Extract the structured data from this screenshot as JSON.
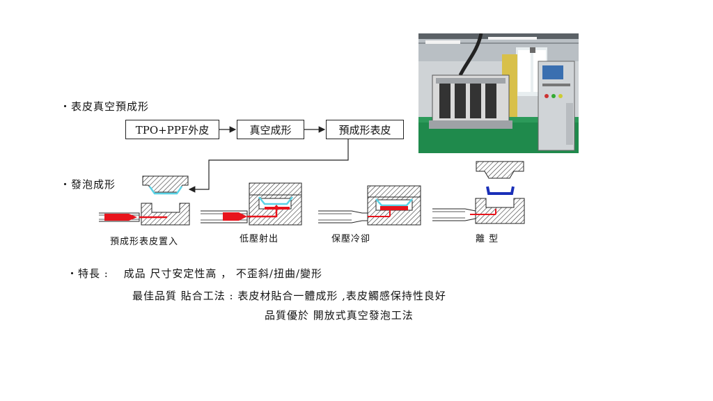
{
  "section1": {
    "bullet": "・表皮真空預成形"
  },
  "flow": {
    "box1": "TPO+PPF外皮",
    "box2": "真空成形",
    "box3": "預成形表皮"
  },
  "section2": {
    "bullet": "・發泡成形"
  },
  "steps": [
    {
      "label": "預成形表皮置入"
    },
    {
      "label": "低壓射出"
    },
    {
      "label": "保壓冷卻"
    },
    {
      "label": "離 型"
    }
  ],
  "features": {
    "line1": "・特長 :　 成品 尺寸安定性高 ， 不歪斜/扭曲/變形",
    "line2": "最佳品質 貼合工法 : 表皮材貼合一體成形 ,表皮觸感保持性良好",
    "line3": "品質優於 開放式真空發泡工法"
  },
  "colors": {
    "skin": "#5ad3e6",
    "injection": "#e8141c",
    "mold_hatch": "#333333",
    "release_part": "#1a2fb8"
  }
}
